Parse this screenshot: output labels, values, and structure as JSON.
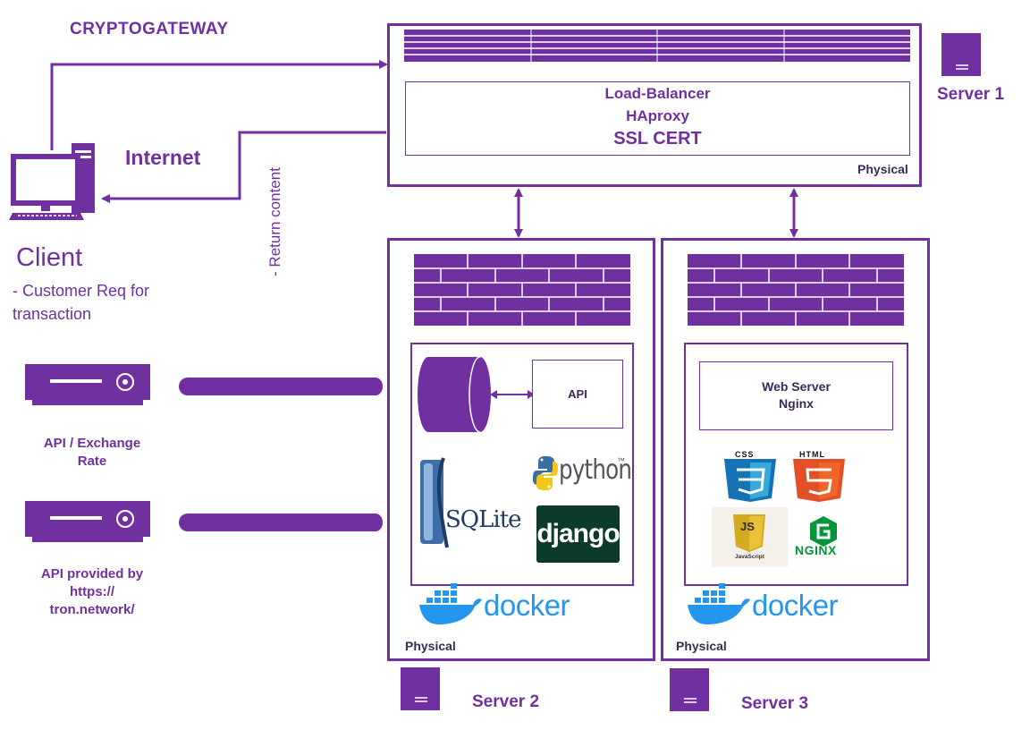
{
  "title": "CRYPTOGATEWAY",
  "colors": {
    "accent": "#7030a0",
    "dark_text": "#3a2a55"
  },
  "client": {
    "label": "Client",
    "description_line1": "- Customer Req for",
    "description_line2": "transaction",
    "icon": "desktop-computer-icon"
  },
  "internet_label": "Internet",
  "return_label": "- Return content",
  "server1": {
    "label": "Server 1",
    "physical": "Physical",
    "lb_line1": "Load-Balancer",
    "lb_line2": "HAproxy",
    "lb_line3": "SSL CERT"
  },
  "server2": {
    "label": "Server 2",
    "physical": "Physical",
    "api_label": "API",
    "python_text": "python",
    "python_tm": "™",
    "sqlite_text": "SQLite",
    "django_text": "django",
    "docker_text": "docker"
  },
  "server3": {
    "label": "Server 3",
    "physical": "Physical",
    "web_line1": "Web Server",
    "web_line2": "Nginx",
    "css_text": "CSS",
    "html_text": "HTML",
    "js_text": "JS",
    "js_sub": "JavaScript",
    "nginx_text": "NGINX",
    "docker_text": "docker"
  },
  "external": {
    "api1_line1": "API / Exchange",
    "api1_line2": "Rate",
    "api2_line1": "API provided by",
    "api2_line2": "https://",
    "api2_line3": "tron.network/"
  }
}
